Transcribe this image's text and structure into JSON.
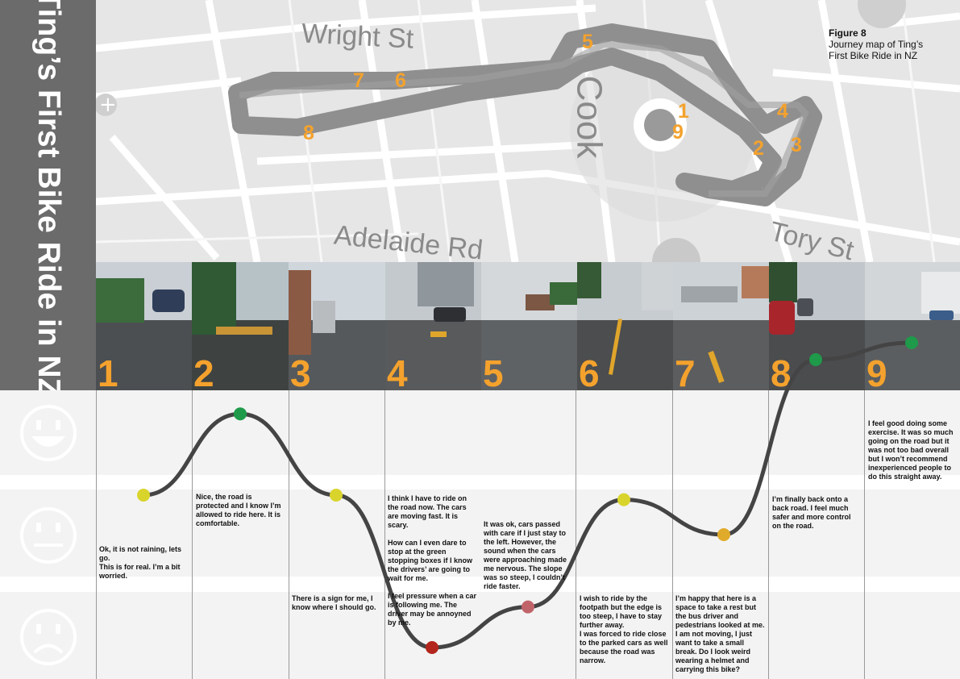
{
  "title": "Ting’s First Bike Ride in NZ",
  "figure": {
    "label": "Figure 8",
    "caption": "Journey map of Ting’s First Bike Ride in NZ"
  },
  "map": {
    "streets": [
      "Wright St",
      "Adelaide Rd",
      "Tory St",
      "Cook"
    ],
    "route_markers": [
      "1",
      "2",
      "3",
      "4",
      "5",
      "6",
      "7",
      "8",
      "9"
    ]
  },
  "photos": [
    {
      "number": "1",
      "sky": "#c9cfd4",
      "ground": "#4c4f52"
    },
    {
      "number": "2",
      "sky": "#b7c2c7",
      "ground": "#3e4241"
    },
    {
      "number": "3",
      "sky": "#cfd6dc",
      "ground": "#55595b"
    },
    {
      "number": "4",
      "sky": "#c3c9cd",
      "ground": "#585a5c"
    },
    {
      "number": "5",
      "sky": "#d4d8db",
      "ground": "#5f6264"
    },
    {
      "number": "6",
      "sky": "#c7ccd0",
      "ground": "#4b4d4e"
    },
    {
      "number": "7",
      "sky": "#cdd2d6",
      "ground": "#5c5d5f"
    },
    {
      "number": "8",
      "sky": "#c0c6cb",
      "ground": "#4a4c4e"
    },
    {
      "number": "9",
      "sky": "#d2d6d9",
      "ground": "#5b5e60"
    }
  ],
  "emotion_levels": [
    "happy",
    "neutral",
    "sad"
  ],
  "chart_data": {
    "type": "line",
    "x": [
      1,
      2,
      3,
      4,
      5,
      6,
      7,
      8,
      9
    ],
    "y": [
      0.35,
      1.07,
      0.35,
      -1.0,
      -0.64,
      0.31,
      0.0,
      1.55,
      1.7
    ],
    "marker_colors": [
      "#d9d42c",
      "#1e9a4a",
      "#d9d42c",
      "#b3261e",
      "#c0646a",
      "#d9d42c",
      "#e0aa2a",
      "#1e9a4a",
      "#1e9a4a"
    ],
    "line_color": "#444444"
  },
  "notes": [
    "Ok, it is not raining, lets go.\nThis is for real. I’m a bit worried.",
    "Nice, the road is protected and I know I’m allowed to ride here. It is comfortable.",
    "There is a sign for me, I know where I should go.",
    "I think I have to ride on the road now. The cars are moving fast. It is scary.\n\nHow can I even dare to stop at the green stopping boxes if I know the drivers’ are going to wait for me.\n\nI feel pressure when a car is following me. The driver may be annoyned by me.",
    "It was ok, cars passed with care if I just stay to the left. However, the sound when the cars were approaching made me nervous. The slope was so steep, I couldn’t ride faster.",
    "I wish to ride by the footpath but the edge is too steep, I have to stay further away.\nI was forced to ride close to the parked cars as well because the road was narrow.",
    "I’m happy that here is a space to take a rest but the bus driver and pedestrians looked at me. I am not moving, I just want to take a small break. Do I look weird wearing a helmet and carrying this bike?",
    "I’m finally back onto a back road. I feel much safer and more control on the road.",
    "I feel good doing some exercise. It was so much going on the road but it was not too bad overall but I won’t recommend inexperienced people to do this straight away."
  ]
}
